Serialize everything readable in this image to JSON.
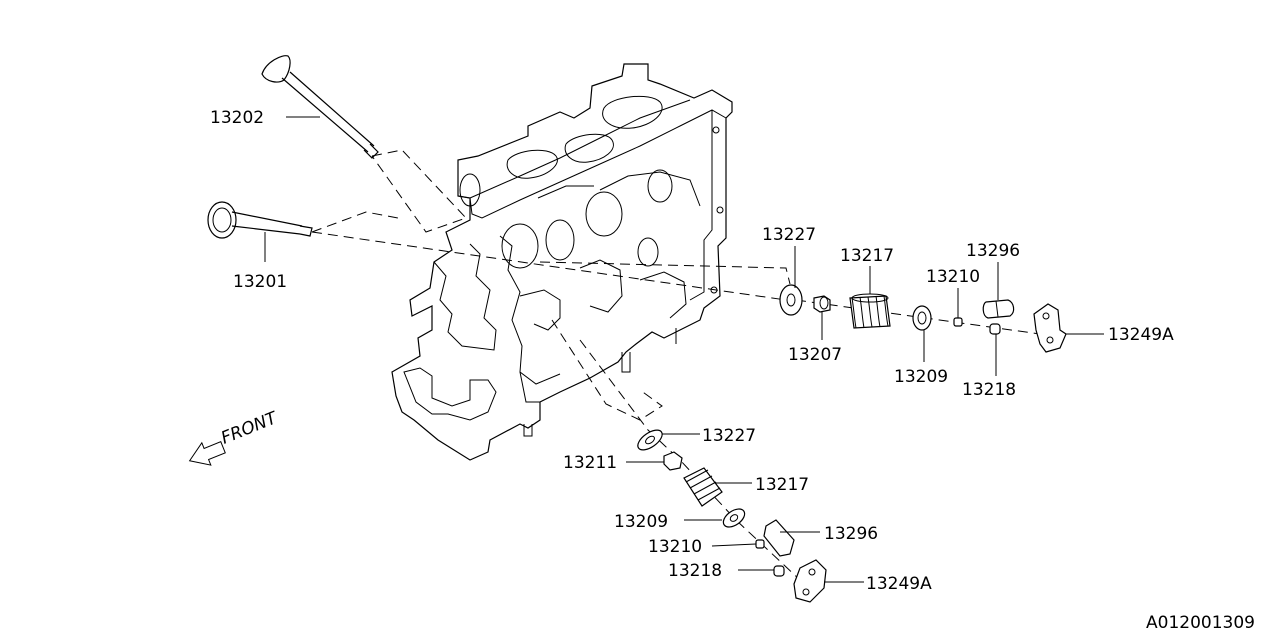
{
  "diagram": {
    "labels": {
      "valve_exhaust": "13202",
      "valve_intake": "13201",
      "seat_upper": "13227",
      "spring_upper": "13217",
      "seal_upper": "13207",
      "retainer_upper": "13209",
      "cotter_upper": "13210",
      "adjuster_upper": "13296",
      "pivot_upper": "13218",
      "rocker_upper": "13249A",
      "seat_lower": "13227",
      "seal_lower": "13211",
      "spring_lower": "13217",
      "retainer_lower": "13209",
      "cotter_lower": "13210",
      "adjuster_lower": "13296",
      "pivot_lower": "13218",
      "rocker_lower": "13249A"
    },
    "front_label": "FRONT",
    "diagram_code": "A012001309"
  }
}
